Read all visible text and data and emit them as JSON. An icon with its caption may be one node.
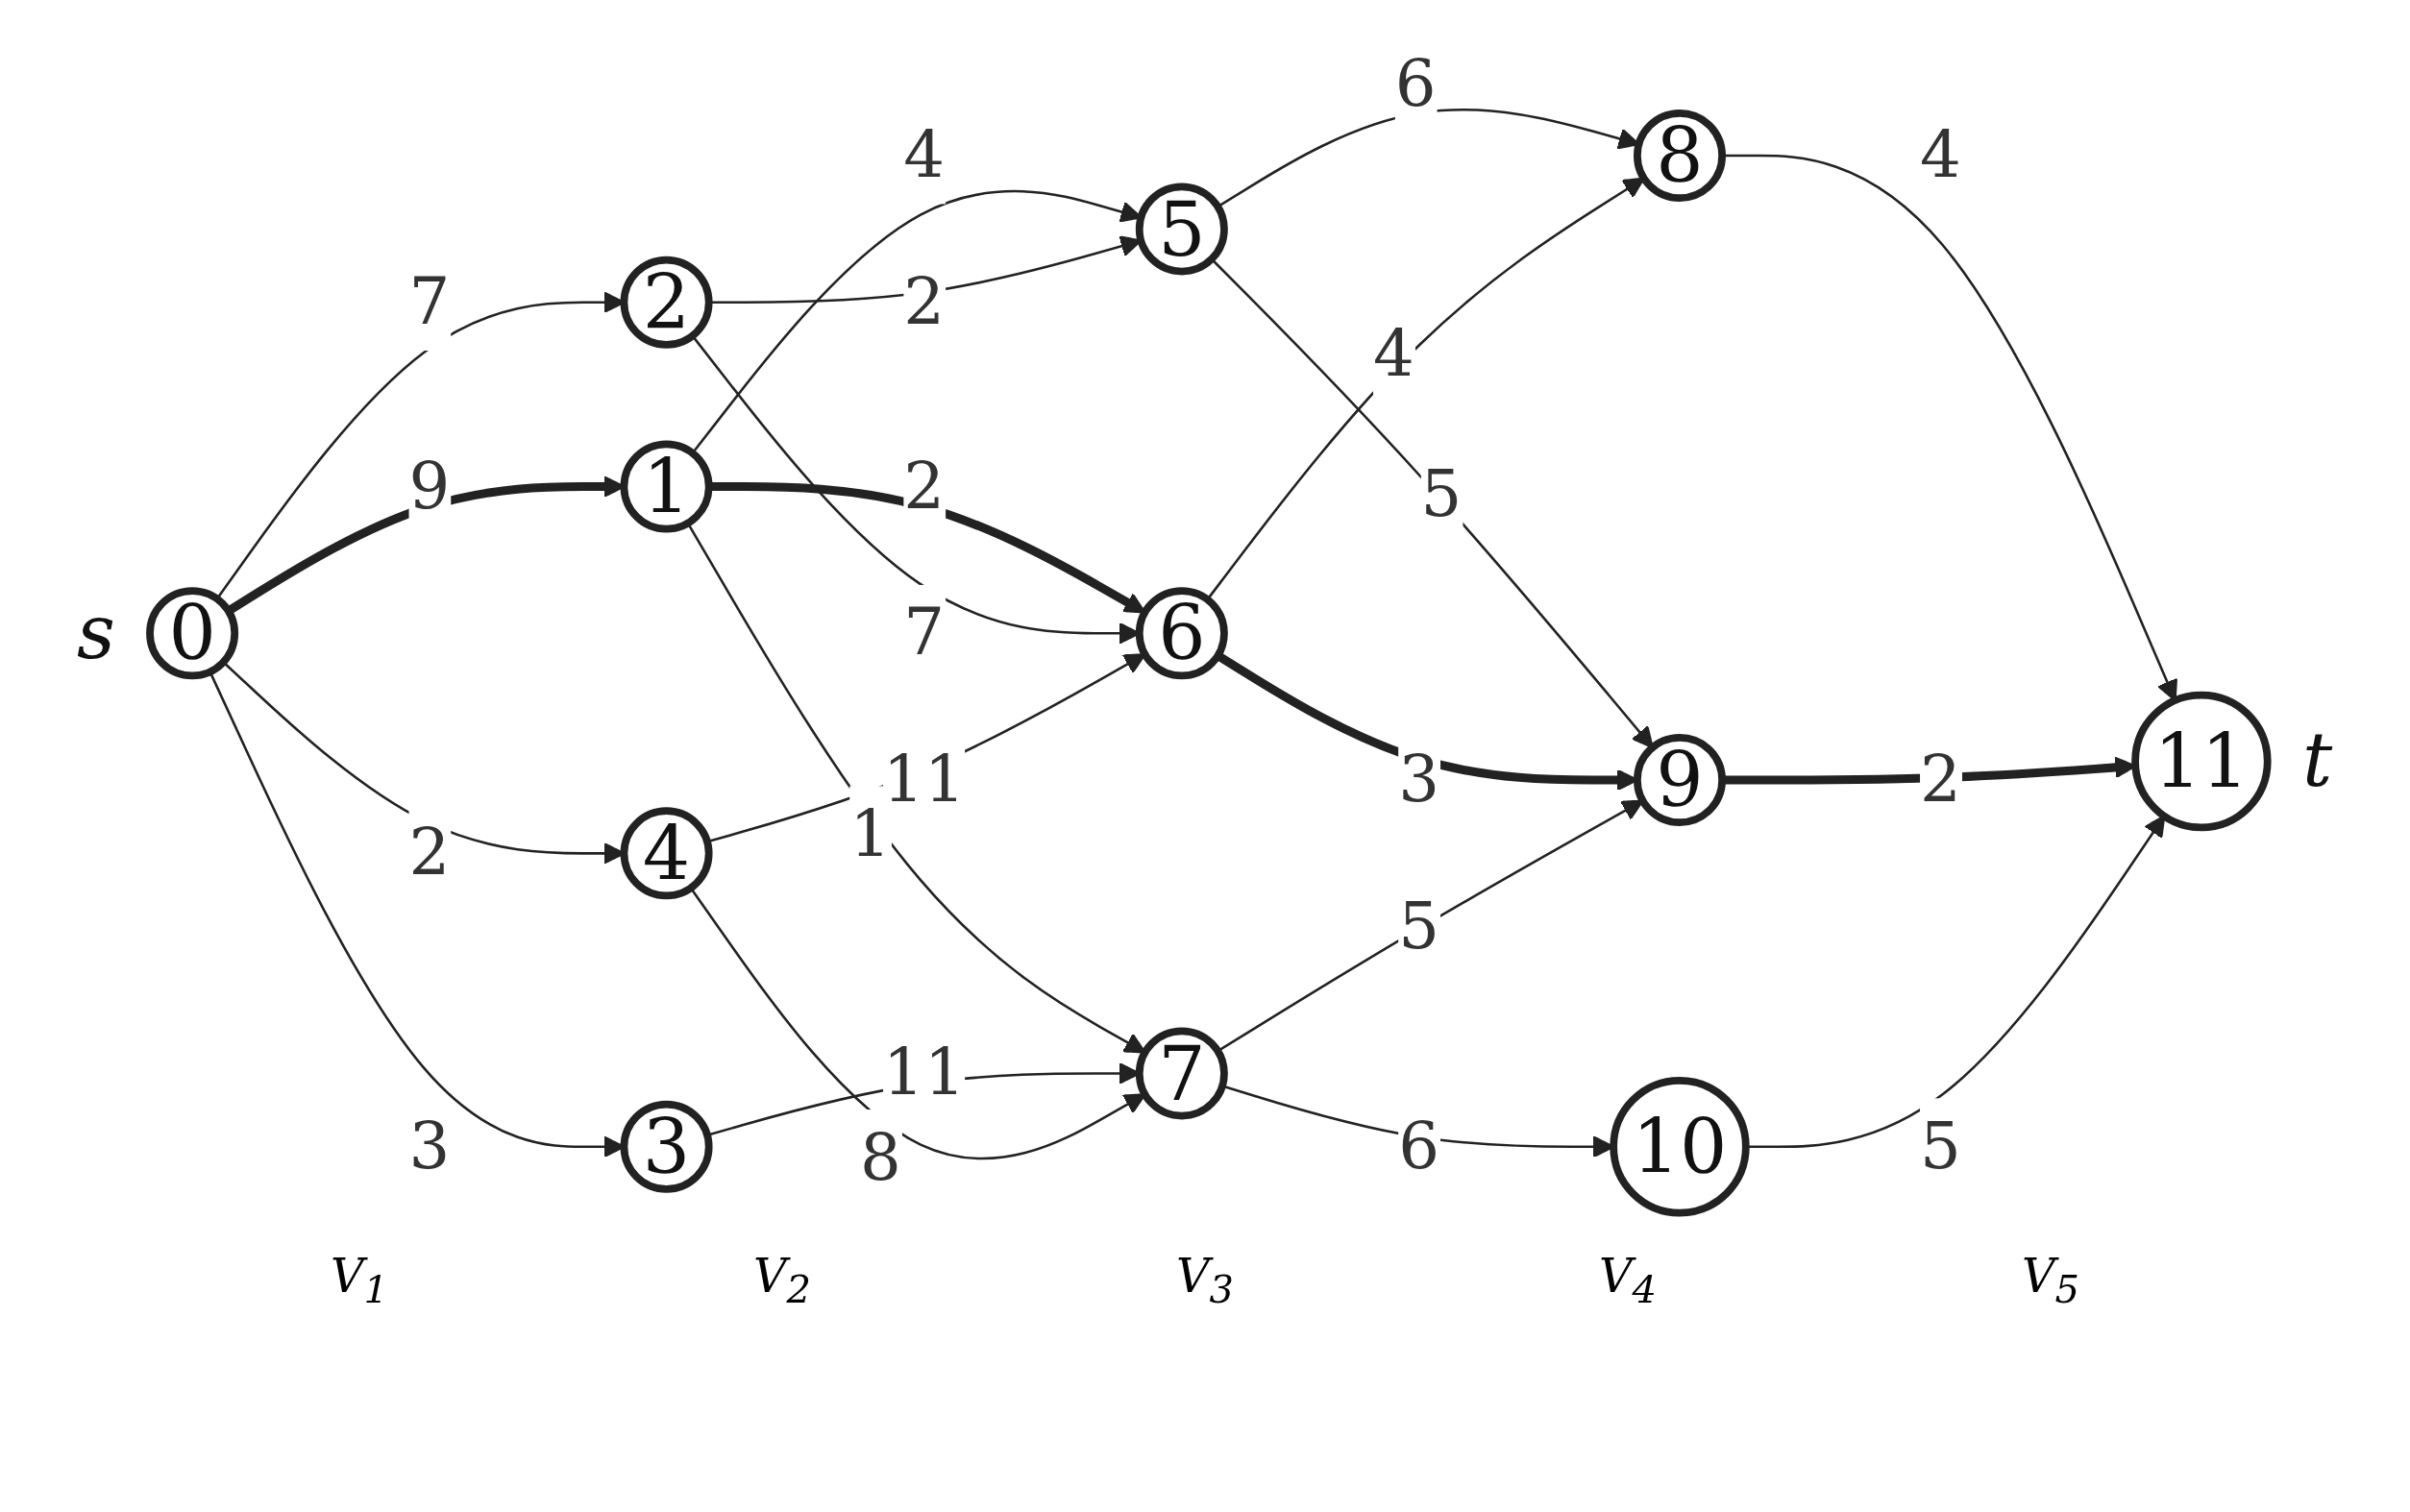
{
  "diagram": {
    "nodes": [
      {
        "text": [
          "0"
        ],
        "beside": [
          "s"
        ]
      },
      {
        "text": [
          "1"
        ]
      },
      {
        "text": [
          "2"
        ]
      },
      {
        "text": [
          "3"
        ]
      },
      {
        "text": [
          "4"
        ]
      },
      {
        "text": [
          "5"
        ]
      },
      {
        "text": [
          "6"
        ]
      },
      {
        "text": [
          "7"
        ]
      },
      {
        "text": [
          "8"
        ]
      },
      {
        "text": [
          "9"
        ]
      },
      {
        "text": [
          "10"
        ]
      },
      {
        "text": [
          "11"
        ],
        "beside": [
          "t"
        ]
      }
    ],
    "edges": [
      {
        "from": 0,
        "to": 1,
        "arrow": "to",
        "label": "9",
        "style": "thick"
      },
      {
        "from": 0,
        "to": 2,
        "arrow": "to",
        "label": "7"
      },
      {
        "from": 0,
        "to": 3,
        "arrow": "to",
        "label": "3"
      },
      {
        "from": 0,
        "to": 4,
        "arrow": "to",
        "label": "2"
      },
      {
        "from": 1,
        "to": 5,
        "arrow": "to",
        "label": "4"
      },
      {
        "from": 1,
        "to": 6,
        "arrow": "to",
        "label": "2",
        "style": "thick"
      },
      {
        "from": 1,
        "to": 7,
        "arrow": "to",
        "label": "1"
      },
      {
        "from": 2,
        "to": 5,
        "arrow": "to",
        "label": "2"
      },
      {
        "from": 2,
        "to": 6,
        "arrow": "to",
        "label": "7"
      },
      {
        "from": 3,
        "to": 7,
        "arrow": "to",
        "label": "11"
      },
      {
        "from": 4,
        "to": 6,
        "arrow": "to",
        "label": "11"
      },
      {
        "from": 4,
        "to": 7,
        "arrow": "to",
        "label": "8"
      },
      {
        "from": 5,
        "to": 8,
        "arrow": "to",
        "label": "6"
      },
      {
        "from": 5,
        "to": 9,
        "arrow": "to",
        "label": "5"
      },
      {
        "from": 6,
        "to": 8,
        "arrow": "to",
        "label": "4"
      },
      {
        "from": 6,
        "to": 9,
        "arrow": "to",
        "label": "3",
        "style": "thick"
      },
      {
        "from": 7,
        "to": 9,
        "arrow": "to",
        "label": "5"
      },
      {
        "from": 7,
        "to": 10,
        "arrow": "to",
        "label": "6"
      },
      {
        "from": 8,
        "to": 11,
        "arrow": "to",
        "label": "4"
      },
      {
        "from": 9,
        "to": 11,
        "arrow": "to",
        "label": "2",
        "style": "thick"
      },
      {
        "from": 10,
        "to": 11,
        "arrow": "to",
        "label": "5"
      }
    ],
    "labels": [
      "V$_{1}$",
      "V$_{2}$",
      "V$_{3}$",
      "V$_{4}$",
      "V$_{5}$"
    ]
  }
}
